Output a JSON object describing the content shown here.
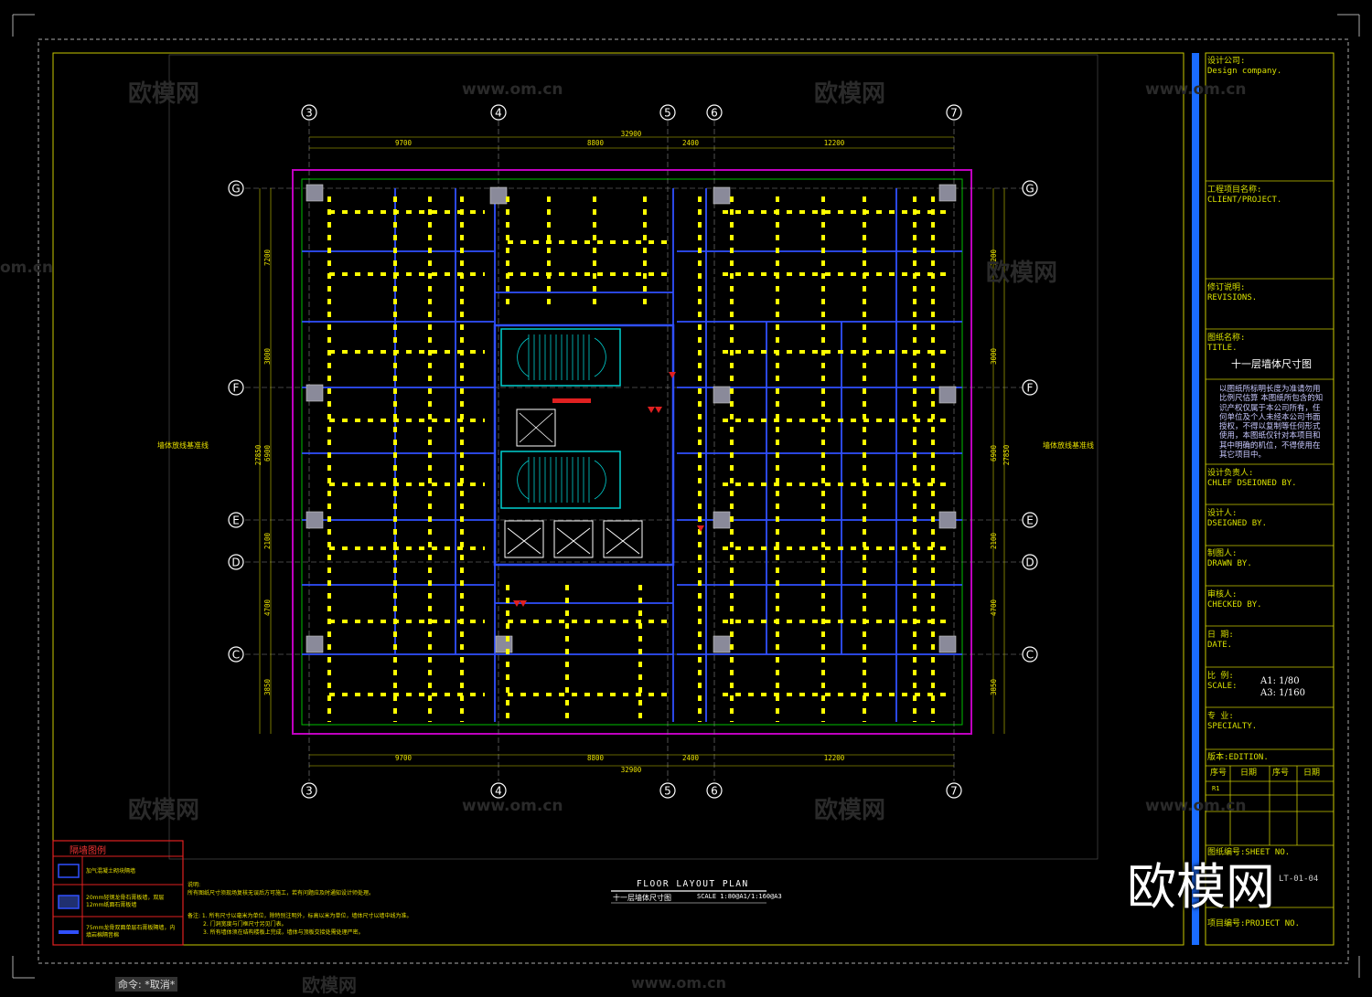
{
  "title_block": {
    "design_company_cn": "设计公司:",
    "design_company_en": "Design company.",
    "project_cn": "工程项目名称:",
    "project_en": "CLIENT/PROJECT.",
    "revisions_cn": "修订说明:",
    "revisions_en": "REVISIONS.",
    "title_cn": "图纸名称:",
    "title_en": "TITLE.",
    "drawing_title": "十一层墙体尺寸图",
    "note": "以图纸所标明长度为准请勿用比例尺估算 本图纸所包含的知识产权仅属于本公司所有，任何单位及个人未经本公司书面授权，不得以复制等任何形式使用，本图纸仅针对本项目和其中明确的机位，不得使用在其它项目中。",
    "chief_designer_cn": "设计负责人:",
    "chief_designer_en": "CHLEF DSEIONED BY.",
    "designer_cn": "设计人:",
    "designer_en": "DSEIGNED BY.",
    "drawn_cn": "制图人:",
    "drawn_en": "DRAWN BY.",
    "checked_cn": "审核人:",
    "checked_en": "CHECKED BY.",
    "date_cn": "日 期:",
    "date_en": "DATE.",
    "scale_cn": "比 例:",
    "scale_en": "SCALE:",
    "scale_a1": "A1: 1/80",
    "scale_a3": "A3: 1/160",
    "specialty_cn": "专 业:",
    "specialty_en": "SPECIALTY.",
    "edition": "版本:EDITION.",
    "edition_cols": [
      "序号",
      "日期",
      "序号",
      "日期"
    ],
    "edition_row1": "R1",
    "sheet_no": "图纸编号:SHEET NO.",
    "sheet_no_value": "LT-01-04",
    "project_no": "项目编号:PROJECT NO."
  },
  "plan": {
    "title": "FLOOR  LAYOUT  PLAN",
    "subtitle": "十一层墙体尺寸图",
    "scale": "SCALE 1:80@A1/1:160@A3",
    "grid_cols": [
      "3",
      "4",
      "5",
      "6",
      "7"
    ],
    "grid_rows": [
      "G",
      "F",
      "E",
      "D",
      "C"
    ],
    "top_dims": [
      "9700",
      "8800",
      "2400",
      "12200"
    ],
    "total_dim": "32900",
    "left_dims": [
      "7200",
      "3000",
      "6900",
      "2100",
      "4700",
      "3850"
    ],
    "left_total": "27850",
    "right_dims": [
      "7200",
      "3000",
      "6900",
      "2100",
      "4700",
      "3850"
    ],
    "right_total": "27850",
    "wall_label_left": "墙体放线基准线",
    "wall_label_right": "墙体放线基准线"
  },
  "legend": {
    "title": "隔墙图例",
    "item1": "加气混凝土砌块隔墙",
    "item2": "20mm轻钢龙骨石膏板墙，双层12mm纸面石膏板墙",
    "item3": "75mm龙骨双面单层石膏板隔墙，内填岩棉隔音棉"
  },
  "notes": {
    "label": "说明:",
    "line1": "所有图纸尺寸须现场复核无误后方可施工，若有问题应及时通知设计师处理。",
    "line2": "备注: 1. 所有尺寸以毫米为单位，除特别注明外，标高以米为单位，墙体尺寸以墙中线为准。",
    "line3": "2. 门洞宽度与门框尺寸另见门表。",
    "line4": "3. 所有墙体须在结构楼板上完成，墙体与顶板交接处需处理严密。"
  },
  "command_line": "命令: *取消*",
  "brand": "欧模网",
  "watermark_text": "欧模网",
  "watermark_url": "www.om.cn",
  "watermark_url_short": "om.cn",
  "colors": {
    "background": "#000000",
    "frame_yellow": "#d8e000",
    "wall_yellow": "#ffff00",
    "blue": "#3050ff",
    "cyan": "#00d0d0",
    "magenta": "#c000c0",
    "red": "#e02020",
    "grid_white": "#ffffff"
  }
}
